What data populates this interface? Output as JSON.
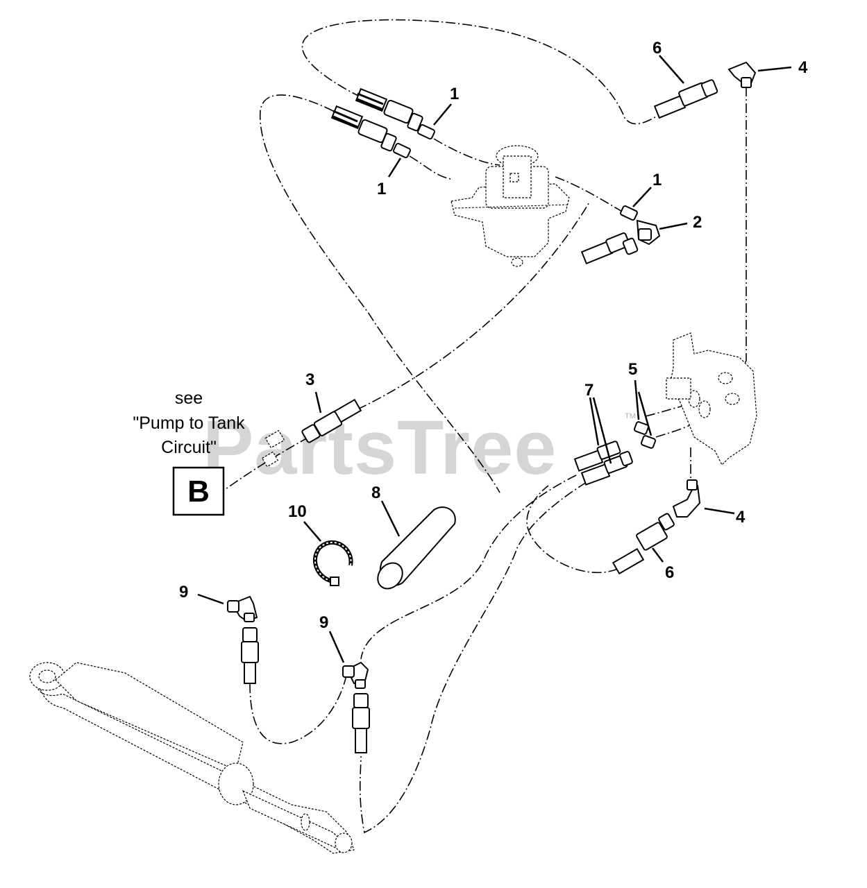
{
  "watermark": "PartsTree",
  "trademark": "TM",
  "reference": {
    "lines": [
      "see",
      "\"Pump to Tank",
      "Circuit\""
    ],
    "letter": "B"
  },
  "callouts": {
    "c1a": "1",
    "c1b": "1",
    "c1c": "1",
    "c2": "2",
    "c3": "3",
    "c4a": "4",
    "c4b": "4",
    "c5": "5",
    "c6a": "6",
    "c6b": "6",
    "c7": "7",
    "c8": "8",
    "c9a": "9",
    "c9b": "9",
    "c10": "10"
  }
}
